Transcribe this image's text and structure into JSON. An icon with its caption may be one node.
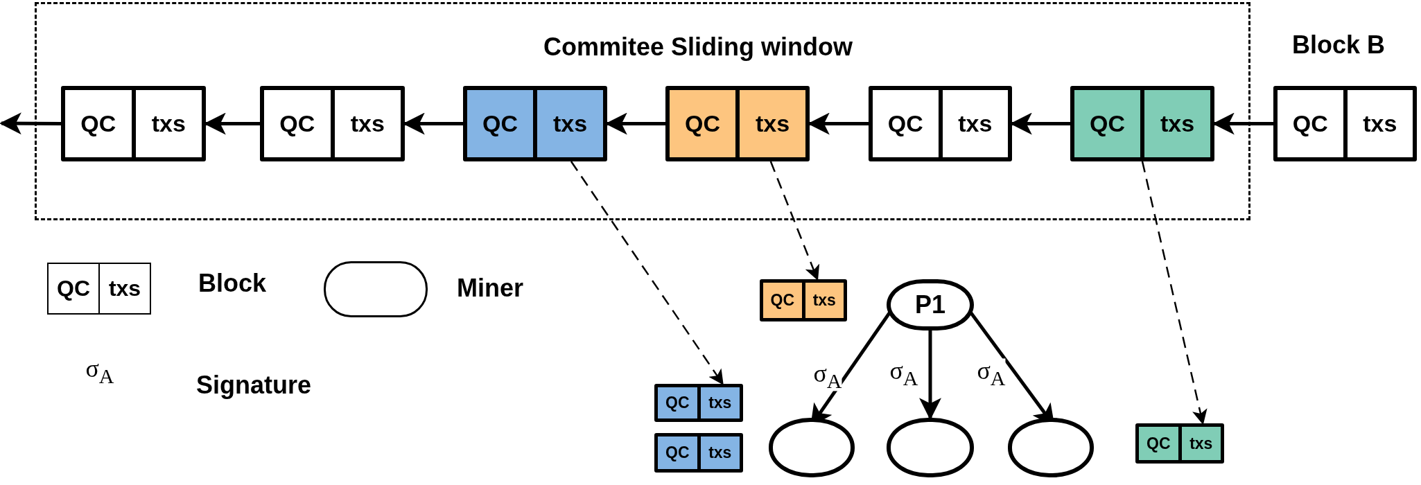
{
  "diagram": {
    "nodes": [
      {
        "text": [
          "Commitee Sliding window"
        ]
      },
      {
        "text": [
          "QC",
          "txs"
        ],
        "in": 0
      },
      {
        "text": [
          "QC",
          "txs"
        ],
        "in": 0
      },
      {
        "text": [
          "QC",
          "txs"
        ],
        "in": 0
      },
      {
        "text": [
          "QC",
          "txs"
        ],
        "in": 0
      },
      {
        "text": [
          "QC",
          "txs"
        ],
        "in": 0
      },
      {
        "text": [
          "QC",
          "txs"
        ],
        "in": 0
      },
      {
        "text": [
          "QC",
          "txs"
        ],
        "beside": [
          "Block B"
        ]
      },
      {
        "text": [
          "QC",
          "txs"
        ]
      },
      {
        "text": [
          "QC",
          "txs"
        ]
      },
      {
        "text": [
          "QC",
          "txs"
        ]
      },
      {
        "text": [
          "QC",
          "txs"
        ]
      },
      {
        "text": [
          "P1"
        ]
      },
      {
        "text": [],
        "shape": "oval"
      },
      {
        "text": [],
        "shape": "oval"
      },
      {
        "text": [],
        "shape": "oval"
      }
    ],
    "edges": [
      {
        "from": 7,
        "to": 6,
        "arrow": "to"
      },
      {
        "from": 6,
        "to": 5,
        "arrow": "to"
      },
      {
        "from": 5,
        "to": 4,
        "arrow": "to"
      },
      {
        "from": 4,
        "to": 3,
        "arrow": "to"
      },
      {
        "from": 3,
        "to": 2,
        "arrow": "to"
      },
      {
        "from": 2,
        "to": 1,
        "arrow": "to"
      },
      {
        "from": 1,
        "to": null,
        "arrow": "to"
      },
      {
        "from": 3,
        "to": 9,
        "arrow": "to",
        "style": "dashed"
      },
      {
        "from": 4,
        "to": 8,
        "arrow": "to",
        "style": "dashed"
      },
      {
        "from": 6,
        "to": 11,
        "arrow": "to",
        "style": "dashed"
      },
      {
        "from": 12,
        "to": 13,
        "arrow": "to",
        "label": "σ$_{A}$"
      },
      {
        "from": 12,
        "to": 14,
        "arrow": "to",
        "label": "σ$_{A}$"
      },
      {
        "from": 12,
        "to": 15,
        "arrow": "to",
        "label": "σ$_{A}$"
      }
    ],
    "labels": [
      "QC",
      "txs",
      "σ$_{A}$"
    ],
    "legend": [
      {
        "text": "Block"
      },
      {
        "text": "Miner"
      },
      {
        "text": "Signature"
      }
    ]
  }
}
